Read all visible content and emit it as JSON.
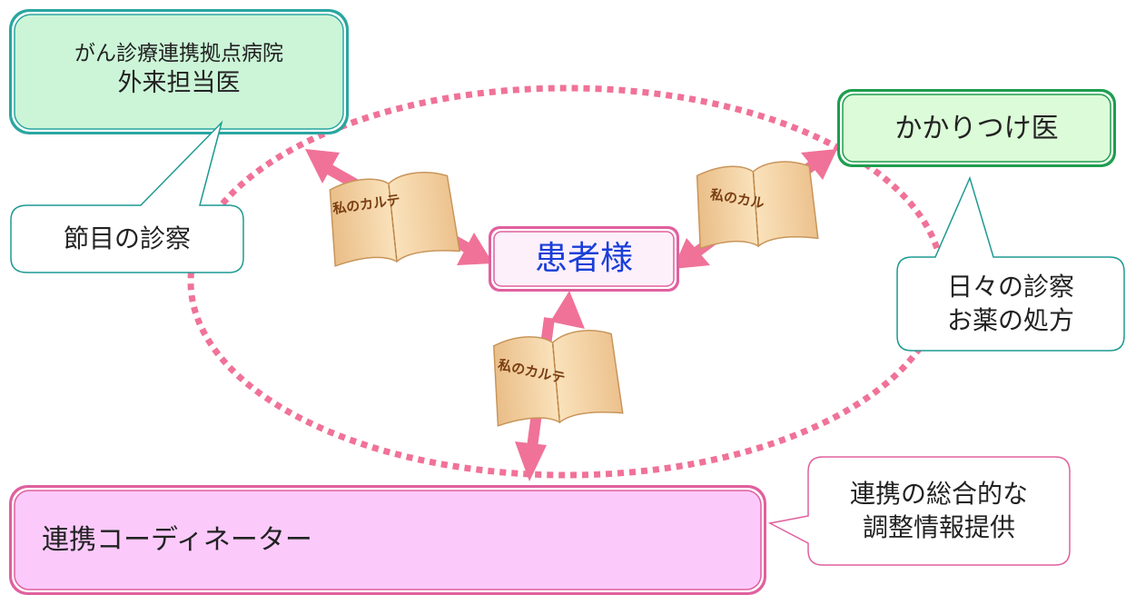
{
  "hospital": {
    "line1": "がん診療連携拠点病院",
    "line2": "外来担当医"
  },
  "family_doctor": {
    "label": "かかりつけ医"
  },
  "patient": {
    "label": "患者様"
  },
  "coordinator": {
    "label": "連携コーディネーター"
  },
  "callouts": {
    "checkup": "節目の診察",
    "daily_line1": "日々の診察",
    "daily_line2": "お薬の処方",
    "coord_line1": "連携の総合的な",
    "coord_line2": "調整情報提供"
  },
  "books": {
    "left": "私のカルテ",
    "right": "私のカル",
    "bottom": "私のカルテ"
  },
  "colors": {
    "hospital_fill": "#ccf5d8",
    "hospital_border": "#2aa6a0",
    "family_fill": "#dcfbd8",
    "family_border": "#1e9e4e",
    "patient_fill": "#fdf0fb",
    "patient_border": "#e0609e",
    "patient_text": "#1a3fd8",
    "coordinator_fill": "#fbcafb",
    "coordinator_border": "#e0609e",
    "arrow": "#f07298",
    "dotted_ring": "#f07298",
    "callout_teal": "#1d9a92",
    "callout_pink": "#e0609e"
  }
}
